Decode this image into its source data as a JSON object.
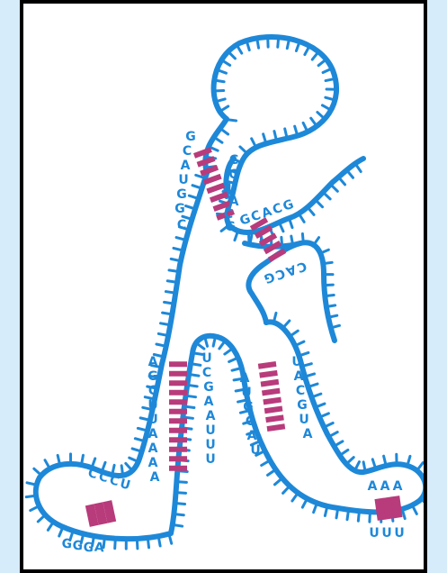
{
  "colors": {
    "strand": "#1e88d8",
    "pair": "#b83b7b",
    "frame": "#d6ecfb",
    "border": "#000000",
    "background": "#ffffff"
  },
  "diagram": {
    "bases": {
      "left_neck": [
        "G",
        "C",
        "A",
        "U",
        "G",
        "G",
        "C"
      ],
      "right_neck": [
        "C",
        "G",
        "U",
        "A",
        "C",
        "G"
      ],
      "arm_top": [
        "G",
        "C",
        "A",
        "C",
        "G"
      ],
      "arm_bottom": [
        "G",
        "C",
        "A",
        "C"
      ],
      "left_leg_outer": [
        "A",
        "G",
        "C",
        "U",
        "U",
        "A",
        "A",
        "A",
        "A"
      ],
      "left_leg_inner": [
        "U",
        "C",
        "G",
        "A",
        "A",
        "U",
        "U",
        "U"
      ],
      "right_leg_inner": [
        "A",
        "U",
        "G",
        "C",
        "A",
        "U"
      ],
      "right_leg_outer": [
        "U",
        "A",
        "C",
        "G",
        "U",
        "A"
      ],
      "left_foot_top": [
        "C",
        "C",
        "C",
        "U"
      ],
      "left_foot_bottom": [
        "G",
        "G",
        "G",
        "A"
      ],
      "right_foot_top": [
        "A",
        "A",
        "A"
      ],
      "right_foot_bottom": [
        "U",
        "U",
        "U"
      ]
    }
  }
}
